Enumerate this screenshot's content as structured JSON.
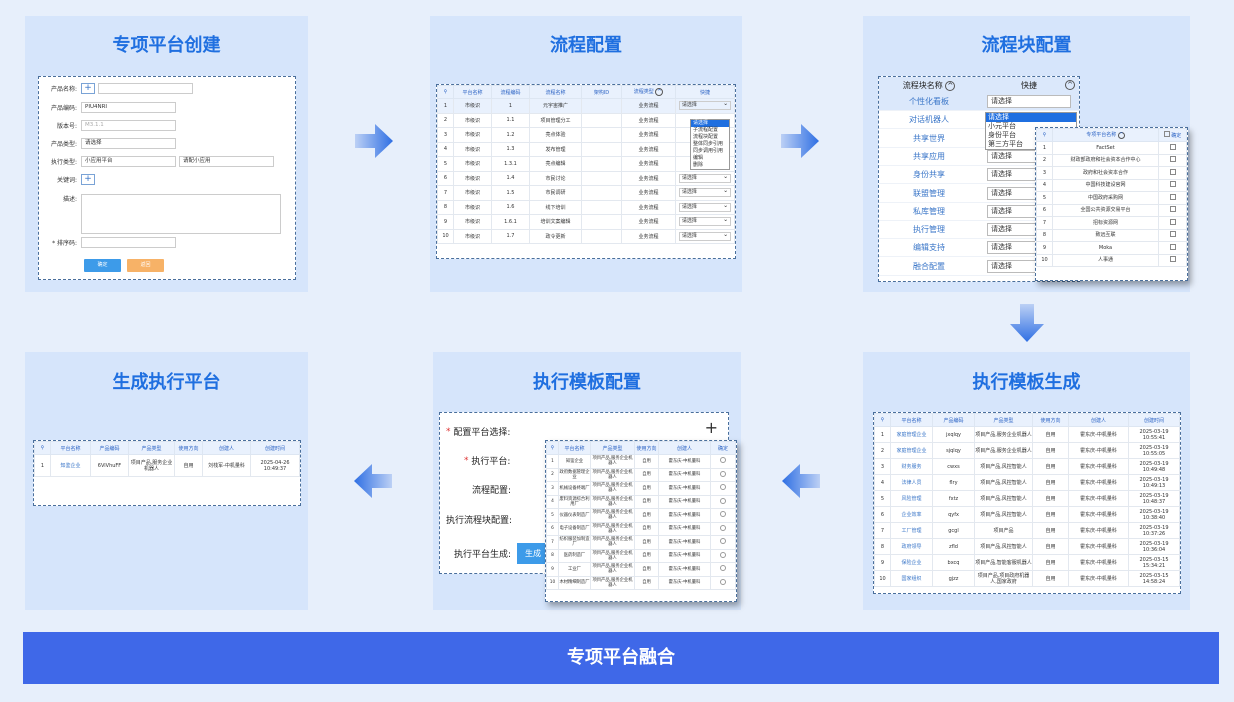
{
  "panels": {
    "p1": {
      "title": "专项平台创建"
    },
    "p2": {
      "title": "流程配置"
    },
    "p3": {
      "title": "流程块配置"
    },
    "p4": {
      "title": "生成执行平台"
    },
    "p5": {
      "title": "执行模板配置"
    },
    "p6": {
      "title": "执行模板生成"
    }
  },
  "bottom_title": "专项平台融合",
  "form": {
    "product_name": "产品名称:",
    "product_code": "产品编码:",
    "product_code_value": "PIU4NRI",
    "version": "版本号:",
    "version_placeholder": "M3.1.1",
    "product_type": "产品类型:",
    "product_type_value": "请选择",
    "exec_type": "执行类型:",
    "exec_type_value": "小应用平台",
    "exec_type_value2": "请配小应用",
    "keyword": "关键词:",
    "desc": "描述:",
    "sort": "* 排序码:",
    "confirm": "确定",
    "back": "返回"
  },
  "flow_table": {
    "headers": [
      "平台名称",
      "流程编码",
      "流程名称",
      "架构ID",
      "流程类型",
      "快捷"
    ],
    "rows": [
      [
        "1",
        "市级识",
        "1",
        "元宇宙推广",
        "",
        "业务流程",
        "请选择"
      ],
      [
        "2",
        "市级识",
        "1.1",
        "项目管理分工",
        "",
        "业务流程",
        ""
      ],
      [
        "3",
        "市级识",
        "1.2",
        "亮点体验",
        "",
        "业务流程",
        ""
      ],
      [
        "4",
        "市级识",
        "1.3",
        "发布管理",
        "",
        "业务流程",
        ""
      ],
      [
        "5",
        "市级识",
        "1.3.1",
        "亮点编辑",
        "",
        "业务流程",
        ""
      ],
      [
        "6",
        "市级识",
        "1.4",
        "市民讨论",
        "",
        "业务流程",
        "请选择"
      ],
      [
        "7",
        "市级识",
        "1.5",
        "市民调研",
        "",
        "业务流程",
        "请选择"
      ],
      [
        "8",
        "市级识",
        "1.6",
        "线下培训",
        "",
        "业务流程",
        "请选择"
      ],
      [
        "9",
        "市级识",
        "1.6.1",
        "培训文案编辑",
        "",
        "业务流程",
        "请选择"
      ],
      [
        "10",
        "市级识",
        "1.7",
        "政令更新",
        "",
        "业务流程",
        "请选择"
      ]
    ],
    "dropdown": [
      "请选择",
      "子流程配置",
      "流程块配置",
      "整体同步引用",
      "同步调用引用",
      "编辑",
      "删除"
    ]
  },
  "flowblock": {
    "h_name": "流程块名称",
    "h_quick": "快捷",
    "items": [
      "个性化看板",
      "对话机器人",
      "共享世界",
      "共享应用",
      "身份共享",
      "联盟管理",
      "私库管理",
      "执行管理",
      "编辑支持",
      "融合配置"
    ],
    "select_value": "请选择",
    "dropdown": [
      "请选择",
      "小元平台",
      "身份平台",
      "第三方平台"
    ],
    "sub_table": {
      "h_name": "专项平台名称",
      "h_ok": "确定",
      "rows": [
        [
          "1",
          "FactSet"
        ],
        [
          "2",
          "财政部政府和社会资本合作中心"
        ],
        [
          "3",
          "政府和社会资本合作"
        ],
        [
          "4",
          "中国科技建设官网"
        ],
        [
          "5",
          "中国政府采购网"
        ],
        [
          "6",
          "全国公共资源交易平台"
        ],
        [
          "7",
          "招标资源网"
        ],
        [
          "8",
          "致远互联"
        ],
        [
          "9",
          "Moka"
        ],
        [
          "10",
          "人事通"
        ]
      ]
    }
  },
  "exec_table": {
    "headers": [
      "平台名称",
      "产品编码",
      "产品类型",
      "使用方向",
      "创建人",
      "创建时间"
    ],
    "rows": [
      [
        "1",
        "知鉴企业",
        "6ViVhuFF",
        "项目产品,服务企业机器人",
        "自用",
        "刘栈军-中机量科",
        "2025-04-26 10:49:37"
      ]
    ]
  },
  "config": {
    "select_platform": "配置平台选择:",
    "exec_platform": "执行平台:",
    "flow_config": "流程配置:",
    "exec_block": "执行流程块配置:",
    "gen": "执行平台生成:",
    "gen_btn": "生成",
    "plus": "+",
    "overlay_headers": [
      "平台名称",
      "产品类型",
      "使用方向",
      "创建人",
      "确定"
    ],
    "overlay_rows": [
      [
        "1",
        "知鉴企业",
        "项目产品,服务企业机器人",
        "自用",
        "霍东庆-中机量科"
      ],
      [
        "2",
        "政府数据管理企业",
        "项目产品,服务企业机器人",
        "自用",
        "霍东庆-中机量科"
      ],
      [
        "3",
        "机械设备终端厂",
        "项目产品,服务企业机器人",
        "自用",
        "霍东庆-中机量科"
      ],
      [
        "4",
        "废料资源综合利用厂",
        "项目产品,服务企业机器人",
        "自用",
        "霍东庆-中机量科"
      ],
      [
        "5",
        "仪器仪表制造厂",
        "项目产品,服务企业机器人",
        "自用",
        "霍东庆-中机量科"
      ],
      [
        "6",
        "电子设备制造厂",
        "项目产品,服务企业机器人",
        "自用",
        "霍东庆-中机量科"
      ],
      [
        "7",
        "纺织服装加制造厂",
        "项目产品,服务企业机器人",
        "自用",
        "霍东庆-中机量科"
      ],
      [
        "8",
        "医药制造厂",
        "项目产品,服务企业机器人",
        "自用",
        "霍东庆-中机量科"
      ],
      [
        "9",
        "工业厂",
        "项目产品,服务企业机器人",
        "自用",
        "霍东庆-中机量科"
      ],
      [
        "10",
        "木材精细制造厂",
        "项目产品,服务企业机器人",
        "自用",
        "霍东庆-中机量科"
      ]
    ]
  },
  "gen_table": {
    "headers": [
      "平台名称",
      "产品编码",
      "产品类型",
      "使用方向",
      "创建人",
      "创建时间"
    ],
    "rows": [
      [
        "1",
        "家庭管理企业",
        "jxqlqy",
        "项目产品,服务企业机器人",
        "自用",
        "霍东庆-中机量科",
        "2025-03-19 10:55:41"
      ],
      [
        "2",
        "家庭管理企业",
        "sjqlqy",
        "项目产品,服务企业机器人",
        "自用",
        "霍东庆-中机量科",
        "2025-03-19 10:55:05"
      ],
      [
        "3",
        "财务服务",
        "cwxs",
        "项目产品,风控智能人",
        "自用",
        "霍东庆-中机量科",
        "2025-03-19 10:49:48"
      ],
      [
        "4",
        "法律人员",
        "flry",
        "项目产品,风控智能人",
        "自用",
        "霍东庆-中机量科",
        "2025-03-19 10:49:13"
      ],
      [
        "5",
        "风险管理",
        "fxtz",
        "项目产品,风控智能人",
        "自用",
        "霍东庆-中机量科",
        "2025-03-19 10:48:37"
      ],
      [
        "6",
        "企业效率",
        "qyfx",
        "项目产品,风控智能人",
        "自用",
        "霍东庆-中机量科",
        "2025-03-19 10:38:40"
      ],
      [
        "7",
        "工厂管理",
        "gcgl",
        "项目产品",
        "自用",
        "霍东庆-中机量科",
        "2025-03-19 10:37:26"
      ],
      [
        "8",
        "政府领导",
        "zfld",
        "项目产品,风控智能人",
        "自用",
        "霍东庆-中机量科",
        "2025-03-19 10:36:04"
      ],
      [
        "9",
        "保险企业",
        "bxcq",
        "项目产品,智能客服机器人",
        "自用",
        "霍东庆-中机量科",
        "2025-03-15 15:34:21"
      ],
      [
        "10",
        "国家组织",
        "gjzz",
        "项目产品,项目政府机器人,国家政府",
        "自用",
        "霍东庆-中机量科",
        "2025-03-15 14:58:24"
      ]
    ]
  }
}
